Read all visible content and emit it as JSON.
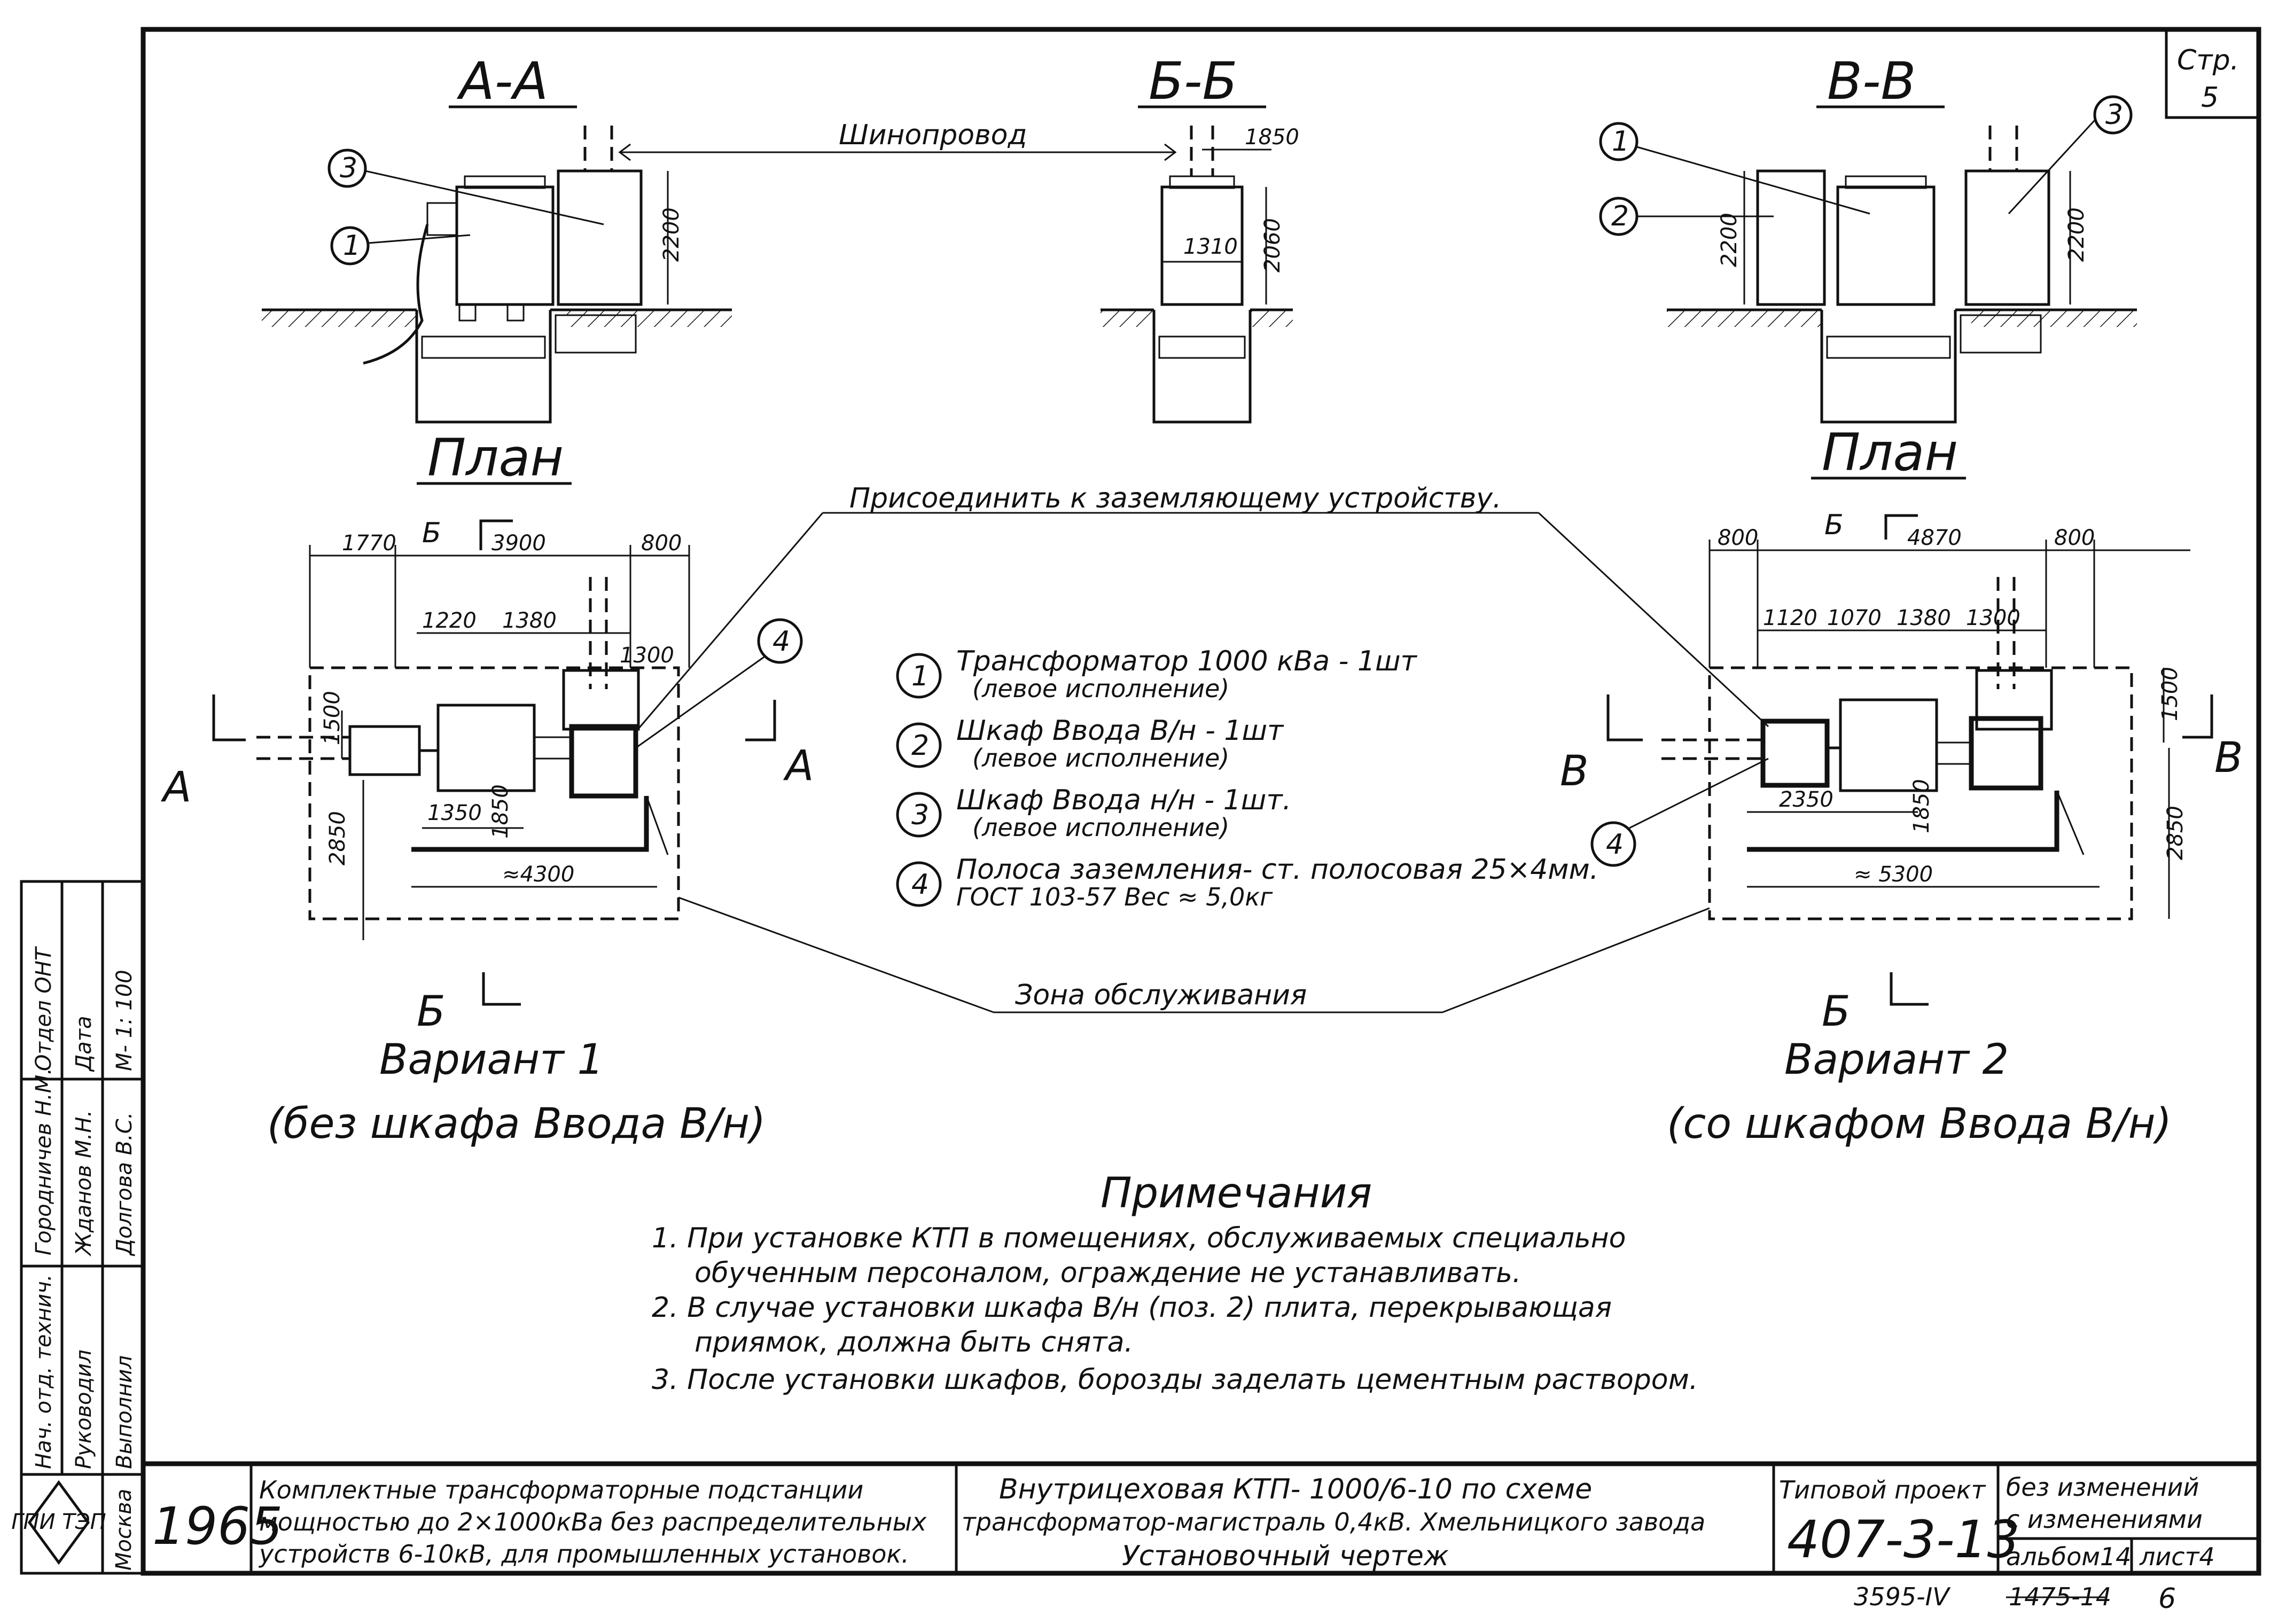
{
  "sheet": {
    "page_label": "Стр.",
    "page_number": "5"
  },
  "sections": {
    "aa": "А-А",
    "bb": "Б-Б",
    "vv": "В-В",
    "busbar": "Шинопровод",
    "plan_left": "План",
    "plan_right": "План",
    "grounding_link": "Присоединить к заземляющему устройству.",
    "service_zone": "Зона обслуживания"
  },
  "markers": {
    "a": "А",
    "b": "Б",
    "v": "В",
    "n1": "1",
    "n2": "2",
    "n3": "3",
    "n4": "4"
  },
  "dims": {
    "aa_height": "2200",
    "bb_offset": "1850",
    "bb_width": "1310",
    "bb_height": "2060",
    "vv_height_left": "2200",
    "vv_height_right": "2200",
    "l_1770": "1770",
    "l_3900": "3900",
    "l_800": "800",
    "l_1220": "1220",
    "l_1380": "1380",
    "l_1300": "1300",
    "l_1500": "1500",
    "l_2850": "2850",
    "l_1350": "1350",
    "l_1850": "1850",
    "l_4300": "≈4300",
    "r_800a": "800",
    "r_4870": "4870",
    "r_800b": "800",
    "r_1120": "1120",
    "r_1070": "1070",
    "r_1380": "1380",
    "r_1300": "1300",
    "r_1500": "1500",
    "r_2850": "2850",
    "r_2350": "2350",
    "r_1850": "1850",
    "r_5300": "≈ 5300"
  },
  "legend": [
    {
      "num": "1",
      "line1": "Трансформатор 1000 кВа - 1шт",
      "line2": "(левое исполнение)"
    },
    {
      "num": "2",
      "line1": "Шкаф Ввода В/н - 1шт",
      "line2": "(левое исполнение)"
    },
    {
      "num": "3",
      "line1": "Шкаф Ввода н/н - 1шт.",
      "line2": "(левое исполнение)"
    },
    {
      "num": "4",
      "line1": "Полоса заземления- ст. полосовая 25×4мм.",
      "line2": "ГОСТ 103-57   Вес ≈ 5,0кг"
    }
  ],
  "variants": {
    "v1_title": "Вариант 1",
    "v1_sub": "(без шкафа Ввода В/н)",
    "v2_title": "Вариант 2",
    "v2_sub": "(со шкафом Ввода В/н)"
  },
  "notes": {
    "title": "Примечания",
    "items": [
      "1. При установке КТП в помещениях, обслуживаемых специально",
      "обученным персоналом, ограждение не устанавливать.",
      "2. В случае установки шкафа В/н (поз. 2) плита, перекрывающая",
      "приямок, должна быть снята.",
      "3. После установки шкафов, борозды заделать цементным раствором."
    ]
  },
  "side_stamp": {
    "r1c1": "Нач. отд. технич.",
    "r1c2": "Городничев Н.М.",
    "r1c3": "Отдел ОНТ",
    "r2c1": "Руководил",
    "r2c2": "Жданов М.Н.",
    "r2c3": "Дата",
    "r3c1": "Выполнил",
    "r3c2": "Долгова В.С.",
    "r3c3": "М- 1: 100"
  },
  "title_block": {
    "org_logo": "ГПИ ТЭП",
    "city": "Москва",
    "year": "1965",
    "desc_line1": "Комплектные трансформаторные подстанции",
    "desc_line2": "мощностью до 2×1000кВа без распределительных",
    "desc_line3": "устройств 6-10кВ, для промышленных установок.",
    "title_line1": "Внутрицеховая КТП- 1000/6-10 по схеме",
    "title_line2": "трансформатор-магистраль 0,4кВ. Хмельницкого завода",
    "title_line3": "Установочный чертеж",
    "project_label": "Типовой проект",
    "project_number": "407-3-13",
    "changes1": "без изменений",
    "changes2": "с изменениями",
    "album": "альбом14",
    "sheet": "лист4"
  },
  "footer": {
    "code": "3595-IV",
    "struck": "1475-14",
    "num": "6"
  }
}
